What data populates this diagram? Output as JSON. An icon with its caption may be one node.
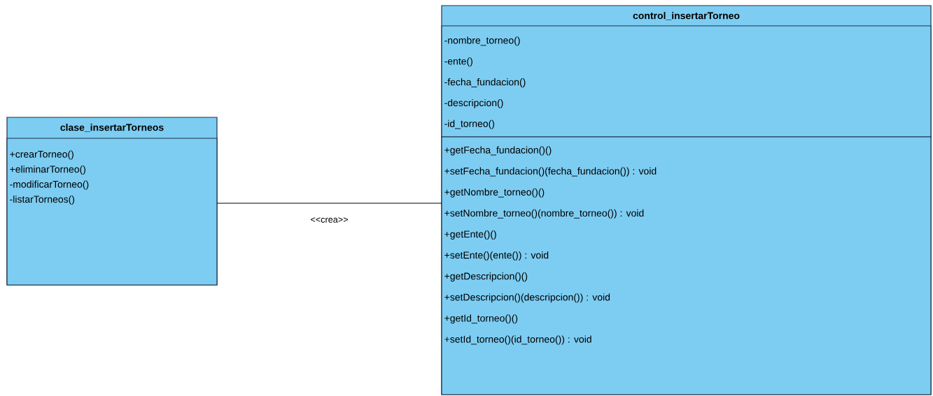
{
  "diagram": {
    "nodes": [
      {
        "text": [
          "clase_insertarTorneos"
        ]
      },
      {
        "text": [
          "+crearTorneo()",
          "+eliminarTorneo()",
          "-modificarTorneo()",
          "-listarTorneos()"
        ],
        "in": 0
      },
      {
        "text": [
          "control_insertarTorneo"
        ]
      },
      {
        "text": [
          "-nombre_torneo()",
          "-ente()",
          "-fecha_fundacion()",
          "-descripcion()",
          "-id_torneo()"
        ],
        "in": 2
      },
      {
        "text": [
          "+getFecha_fundacion()()",
          "+setFecha_fundacion()(fecha_fundacion()) : void",
          "+getNombre_torneo()()",
          "+setNombre_torneo()(nombre_torneo()) : void",
          "+getEnte()()",
          "+setEnte()(ente()) : void",
          "+getDescripcion()()",
          "+setDescripcion()(descripcion()) : void",
          "+getId_torneo()()",
          "+setId_torneo()(id_torneo()) : void"
        ],
        "in": 2
      }
    ],
    "edges": [
      {
        "from": 0,
        "to": 2,
        "arrow": "none",
        "label": "<<crea>>"
      }
    ]
  }
}
